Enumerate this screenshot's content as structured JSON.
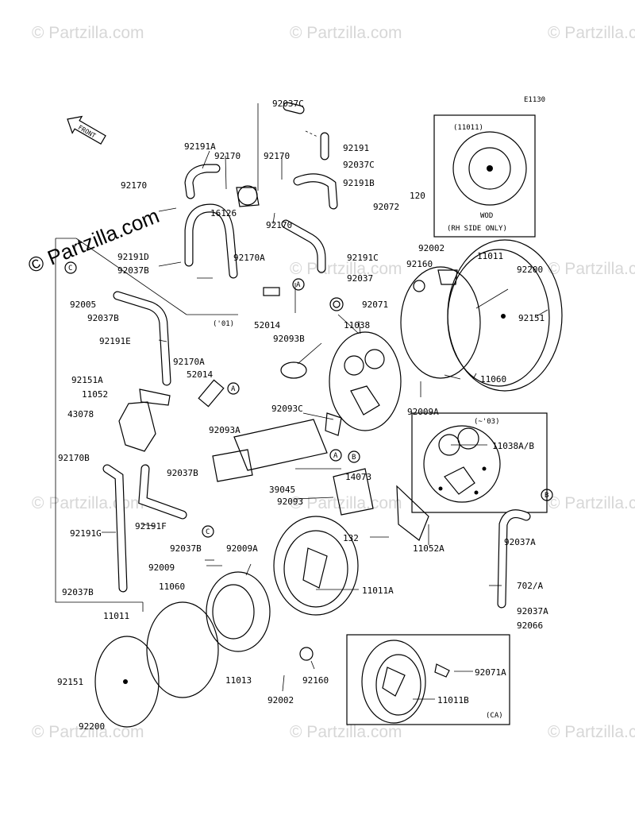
{
  "diagram_code": "E1130",
  "watermark": "© Partzilla.com",
  "front_label": "FRONT",
  "notes": {
    "y01": "('01)",
    "to03": "(~'03)",
    "ca": "(CA)"
  },
  "wod_box": {
    "part": "(11011)",
    "line1": "WOD",
    "line2": "(RH SIDE ONLY)"
  },
  "callouts": {
    "a": "A",
    "b": "B",
    "c": "C"
  },
  "labels": {
    "p92037C_top": "92037C",
    "p92191A": "92191A",
    "p92170_a": "92170",
    "p92170_b": "92170",
    "p92191": "92191",
    "p92037C_mid": "92037C",
    "p92191B": "92191B",
    "p92170_left": "92170",
    "p92072": "92072",
    "p120": "120",
    "p16126": "16126",
    "p92170_c": "92170",
    "p92191D": "92191D",
    "p92170A_top": "92170A",
    "p92191C": "92191C",
    "p92037B_top": "92037B",
    "p92037": "92037",
    "p92005": "92005",
    "p92037B_left": "92037B",
    "p92002_top": "92002",
    "p11011_top": "11011",
    "p92160_top": "92160",
    "p92200_top": "92200",
    "p92071": "92071",
    "p52014_top": "52014",
    "p92151_top": "92151",
    "p11038": "11038",
    "p92093B": "92093B",
    "p92191E": "92191E",
    "p92170A_mid": "92170A",
    "p52014_mid": "52014",
    "p11060_top": "11060",
    "p92151A": "92151A",
    "p11052": "11052",
    "p92009A_top": "92009A",
    "p43078": "43078",
    "p92093C": "92093C",
    "p92093A": "92093A",
    "p11038AB": "11038A/B",
    "p92170B": "92170B",
    "p92037B_mid": "92037B",
    "p39045": "39045",
    "p14073": "14073",
    "p92093": "92093",
    "p92191F": "92191F",
    "p92191G": "92191G",
    "p92037B_bot": "92037B",
    "p132": "132",
    "p11052A": "11052A",
    "p92037A_top": "92037A",
    "p92009A_bot": "92009A",
    "p92009": "92009",
    "p11011A": "11011A",
    "p702A": "702/A",
    "p92037B_last": "92037B",
    "p11060_bot": "11060",
    "p92037A_bot": "92037A",
    "p92066": "92066",
    "p11011_bot": "11011",
    "p11013": "11013",
    "p92160_bot": "92160",
    "p92071A": "92071A",
    "p92151_bot": "92151",
    "p92002_bot": "92002",
    "p11011B": "11011B",
    "p92200_bot": "92200"
  }
}
